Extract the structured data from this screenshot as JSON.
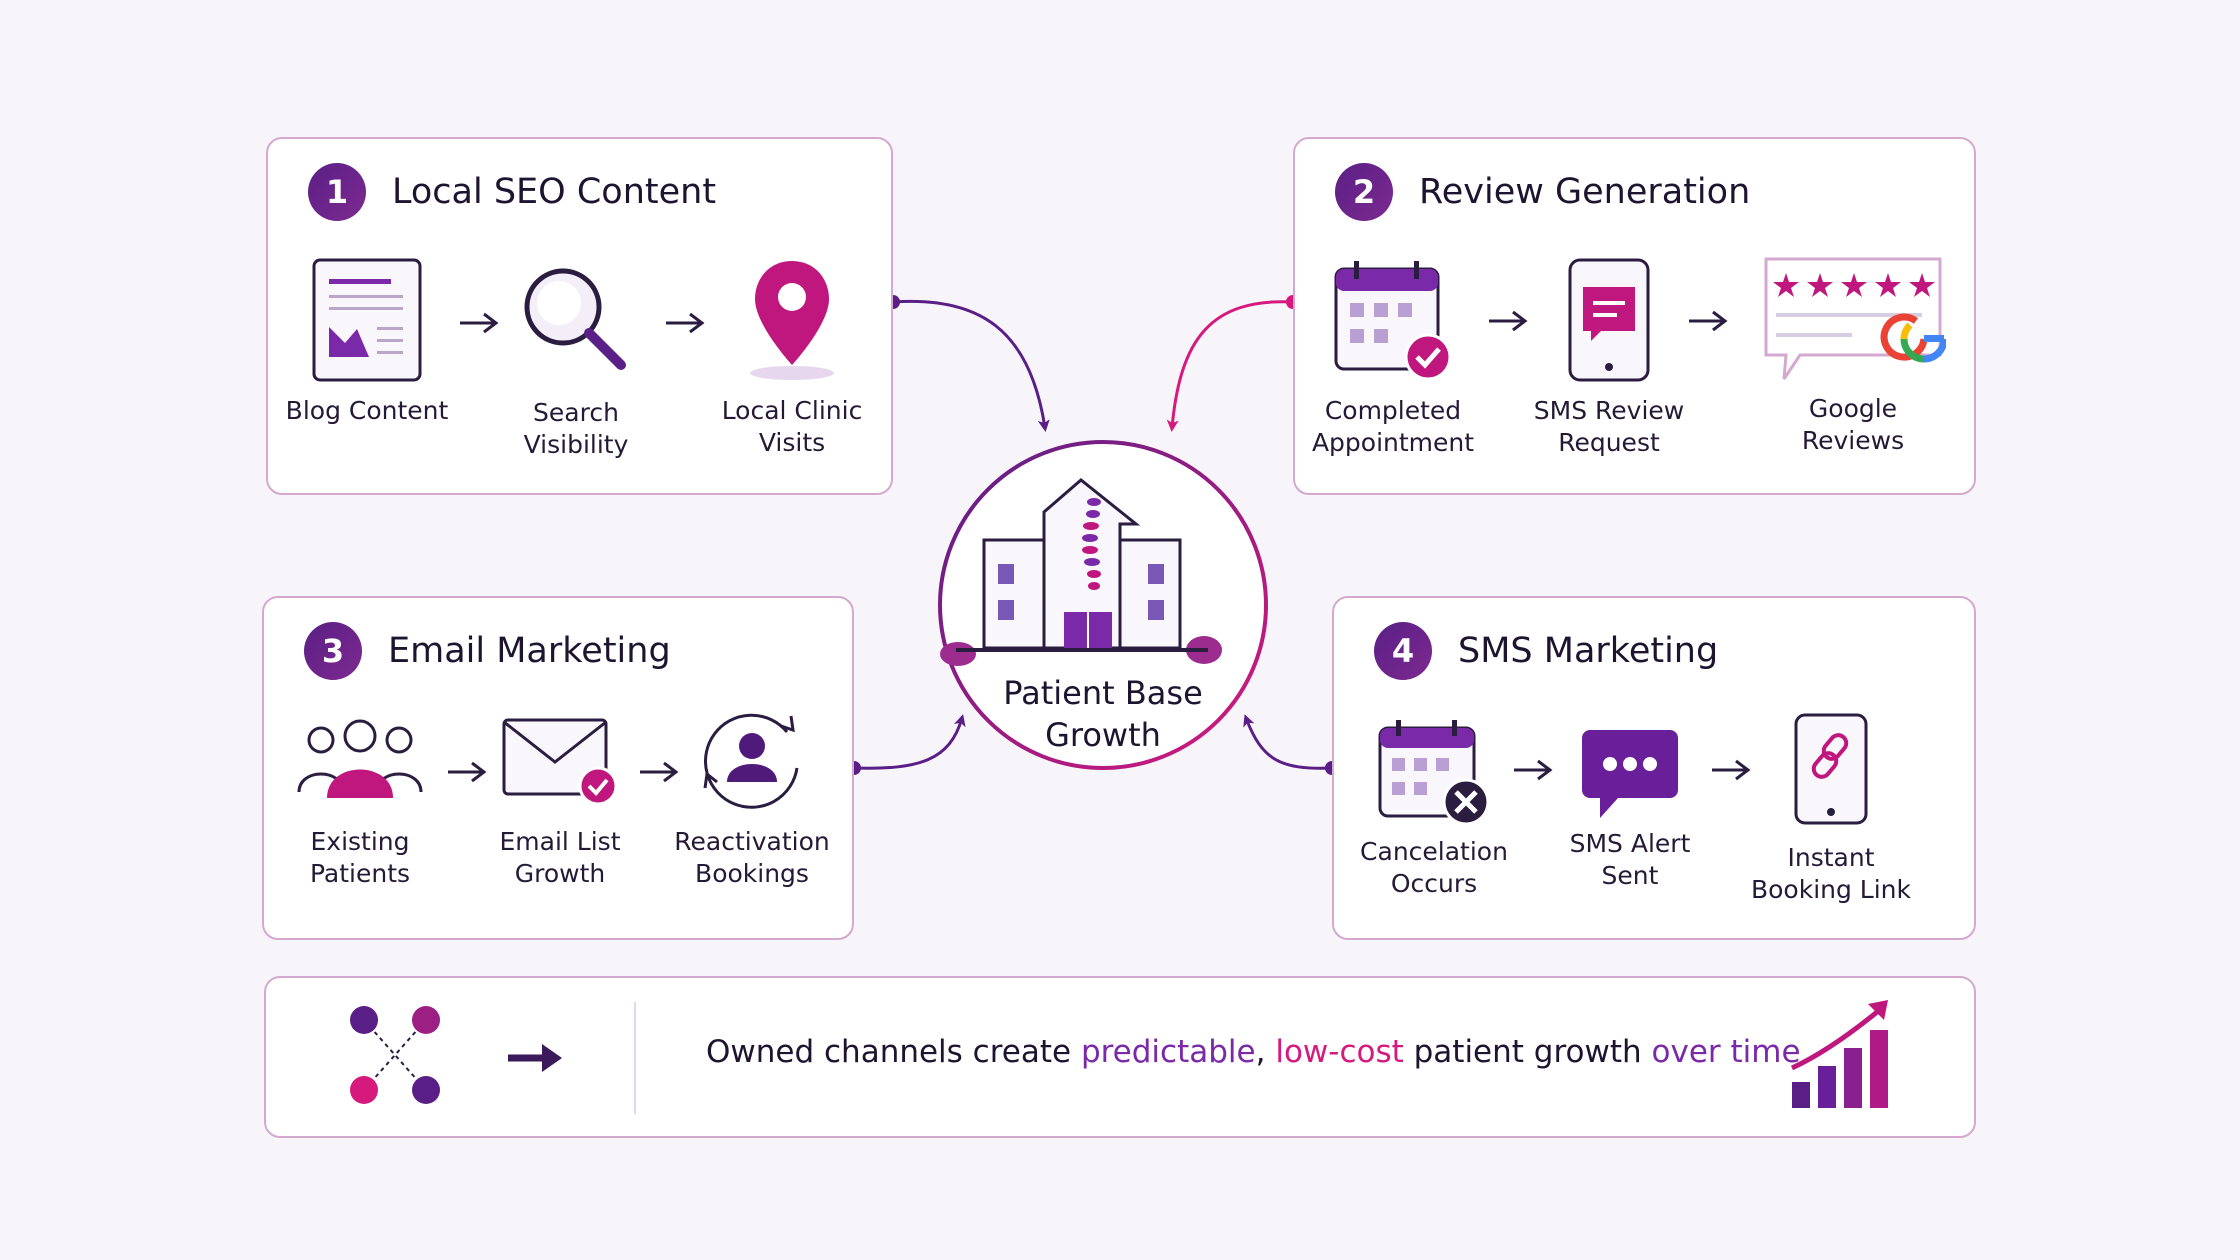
{
  "cards": [
    {
      "number": "1",
      "title": "Local SEO Content",
      "steps": [
        "Blog Content",
        "Search\nVisibility",
        "Local Clinic\nVisits"
      ]
    },
    {
      "number": "2",
      "title": "Review Generation",
      "steps": [
        "Completed\nAppointment",
        "SMS Review\nRequest",
        "Google\nReviews"
      ]
    },
    {
      "number": "3",
      "title": "Email Marketing",
      "steps": [
        "Existing\nPatients",
        "Email List\nGrowth",
        "Reactivation\nBookings"
      ]
    },
    {
      "number": "4",
      "title": "SMS Marketing",
      "steps": [
        "Cancelation\nOccurs",
        "SMS Alert\nSent",
        "Instant\nBooking Link"
      ]
    }
  ],
  "hub": {
    "label": "Patient Base\nGrowth"
  },
  "footer": {
    "part1": "Owned channels create ",
    "highlight1": "predictable",
    "part2": ", ",
    "highlight2": "low-cost",
    "part3": " patient growth ",
    "highlight3": "over time"
  },
  "colors": {
    "purple_dark": "#4f1a7a",
    "purple": "#7a2aa8",
    "magenta": "#d6197d",
    "border": "#d4a8cf",
    "background": "#f7f5fa"
  }
}
